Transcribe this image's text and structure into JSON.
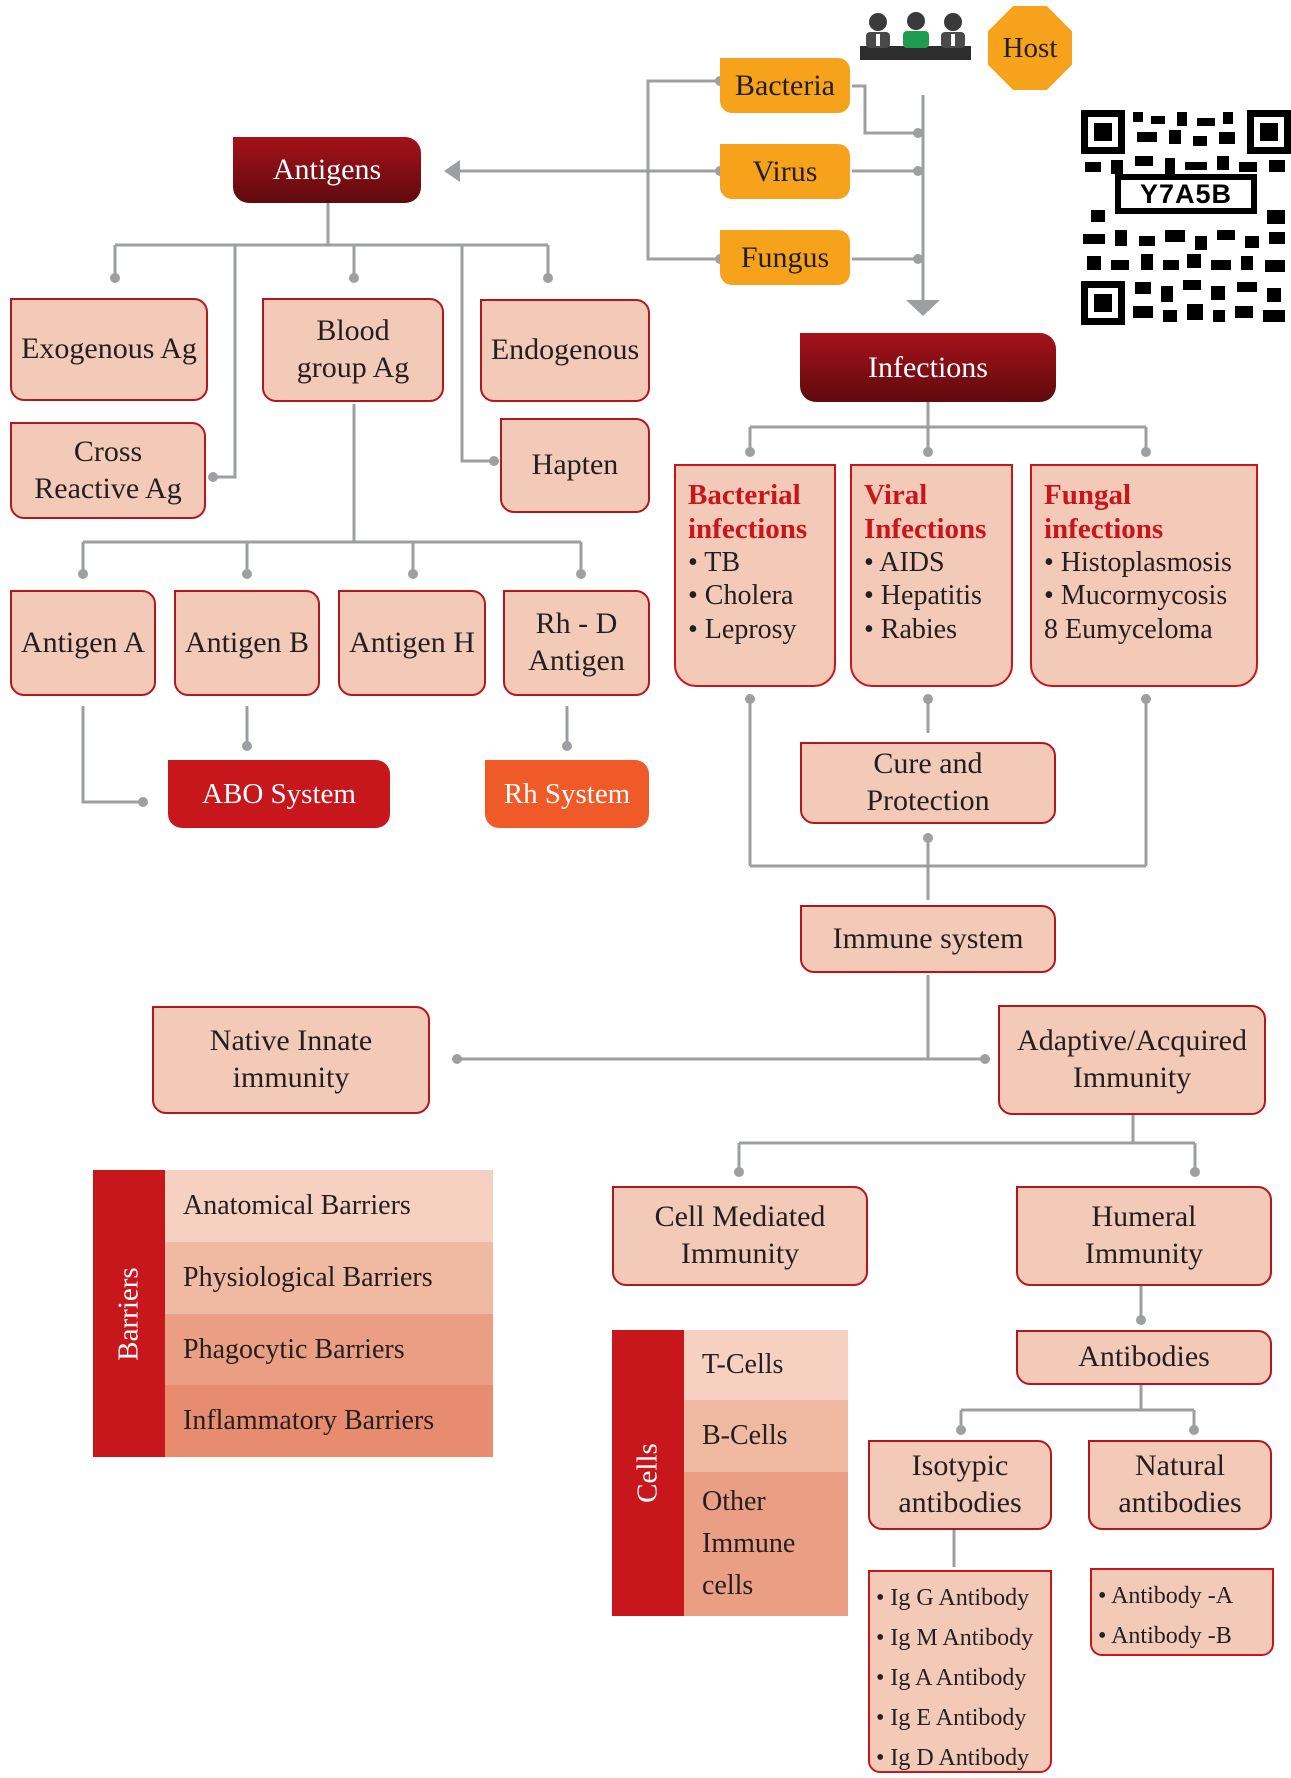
{
  "host": {
    "label": "Host",
    "icon": "people-icon"
  },
  "pathogens": {
    "bacteria": "Bacteria",
    "virus": "Virus",
    "fungus": "Fungus"
  },
  "qr": {
    "code": "Y7A5B"
  },
  "antigens": {
    "title": "Antigens",
    "exogenous": "Exogenous Ag",
    "blood_group_line1": "Blood",
    "blood_group_line2": "group Ag",
    "endogenous": "Endogenous",
    "cross_line1": "Cross",
    "cross_line2": "Reactive Ag",
    "hapten": "Hapten",
    "antigen_a": "Antigen A",
    "antigen_b": "Antigen B",
    "antigen_h": "Antigen H",
    "rh_line1": "Rh - D",
    "rh_line2": "Antigen",
    "abo_system": "ABO System",
    "rh_system": "Rh System"
  },
  "infections": {
    "title": "Infections",
    "bacterial": {
      "line1": "Bacterial",
      "line2": "infections",
      "items": [
        "• TB",
        "• Cholera",
        "• Leprosy"
      ]
    },
    "viral": {
      "line1": "Viral",
      "line2": "Infections",
      "items": [
        "• AIDS",
        "• Hepatitis",
        "• Rabies"
      ]
    },
    "fungal": {
      "line1": "Fungal",
      "line2": "infections",
      "items": [
        "• Histoplasmosis",
        "• Mucormycosis",
        "8 Eumyceloma"
      ]
    },
    "cure_line1": "Cure and",
    "cure_line2": "Protection"
  },
  "immune": {
    "title": "Immune system",
    "native_line1": "Native Innate",
    "native_line2": "immunity",
    "adaptive_line1": "Adaptive/Acquired",
    "adaptive_line2": "Immunity",
    "cell_line1": "Cell Mediated",
    "cell_line2": "Immunity",
    "humeral_line1": "Humeral",
    "humeral_line2": "Immunity",
    "antibodies": "Antibodies",
    "isotypic_line1": "Isotypic",
    "isotypic_line2": "antibodies",
    "natural_line1": "Natural",
    "natural_line2": "antibodies",
    "isotypic_items": [
      "• Ig G Antibody",
      "• Ig M Antibody",
      "• Ig A Antibody",
      "• Ig E Antibody",
      "• Ig D Antibody"
    ],
    "natural_items": [
      "• Antibody -A",
      "• Antibody -B"
    ]
  },
  "barriers": {
    "label": "Barriers",
    "items": [
      "Anatomical Barriers",
      "Physiological Barriers",
      "Phagocytic Barriers",
      "Inflammatory Barriers"
    ]
  },
  "cells": {
    "label": "Cells",
    "tcells": "T-Cells",
    "bcells": "B-Cells",
    "other_line1": "Other",
    "other_line2": "Immune",
    "other_line3": "cells"
  },
  "colors": {
    "connector": "#9d9fa2",
    "box_fill": "#f3c9b8",
    "box_border": "#b3161e",
    "accent_red": "#c8161d",
    "accent_orange": "#f6a21b",
    "rh_orange": "#f05a28"
  }
}
